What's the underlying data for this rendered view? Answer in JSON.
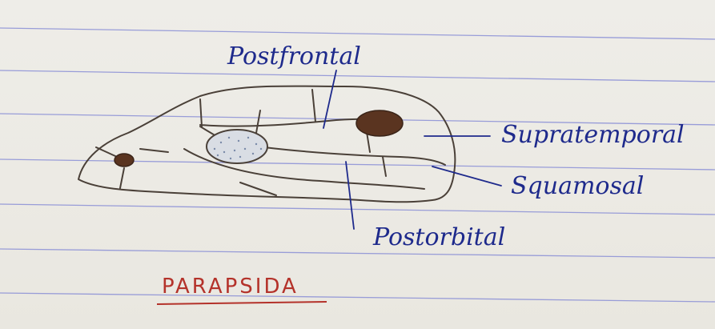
{
  "diagram": {
    "labels": {
      "postfrontal": "Postfrontal",
      "supratemporal": "Supratemporal",
      "squamosal": "Squamosal",
      "postorbital": "Postorbital"
    },
    "title": "PARAPSIDA"
  },
  "colors": {
    "paper": "#ecebe6",
    "rule_line": "#8a8fd6",
    "pencil": "#4a4038",
    "label_ink": "#1e2a8c",
    "title_ink": "#b4322a",
    "fenestra": "#5a3420",
    "orbit_fill": "#d9dde4"
  }
}
